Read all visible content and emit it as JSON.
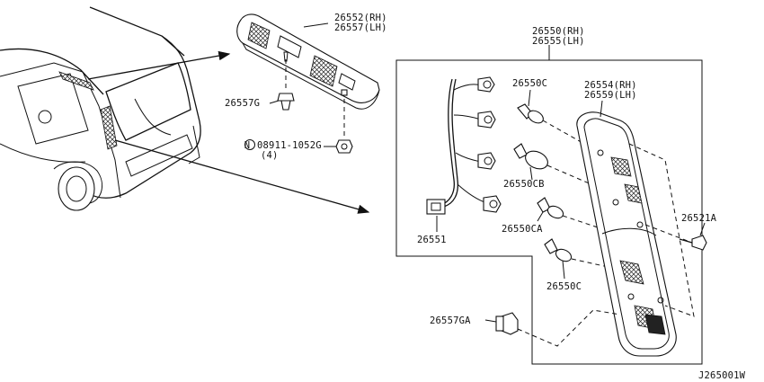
{
  "labels": {
    "center_lamp_rh": "26552(RH)",
    "center_lamp_lh": "26557(LH)",
    "clip": "26557G",
    "nut": "08911-1052G",
    "nut_qty": "(4)",
    "nut_symbol": "N",
    "lamp_assy_rh": "26550(RH)",
    "lamp_assy_lh": "26555(LH)",
    "bulb_c_top": "26550C",
    "lens_rh": "26554(RH)",
    "lens_lh": "26559(LH)",
    "bulb_cb": "26550CB",
    "bulb_ca": "26550CA",
    "screw": "26521A",
    "harness": "26551",
    "bulb_c_bottom": "26550C",
    "grommet": "26557GA"
  },
  "diagram_code": "J265001W"
}
